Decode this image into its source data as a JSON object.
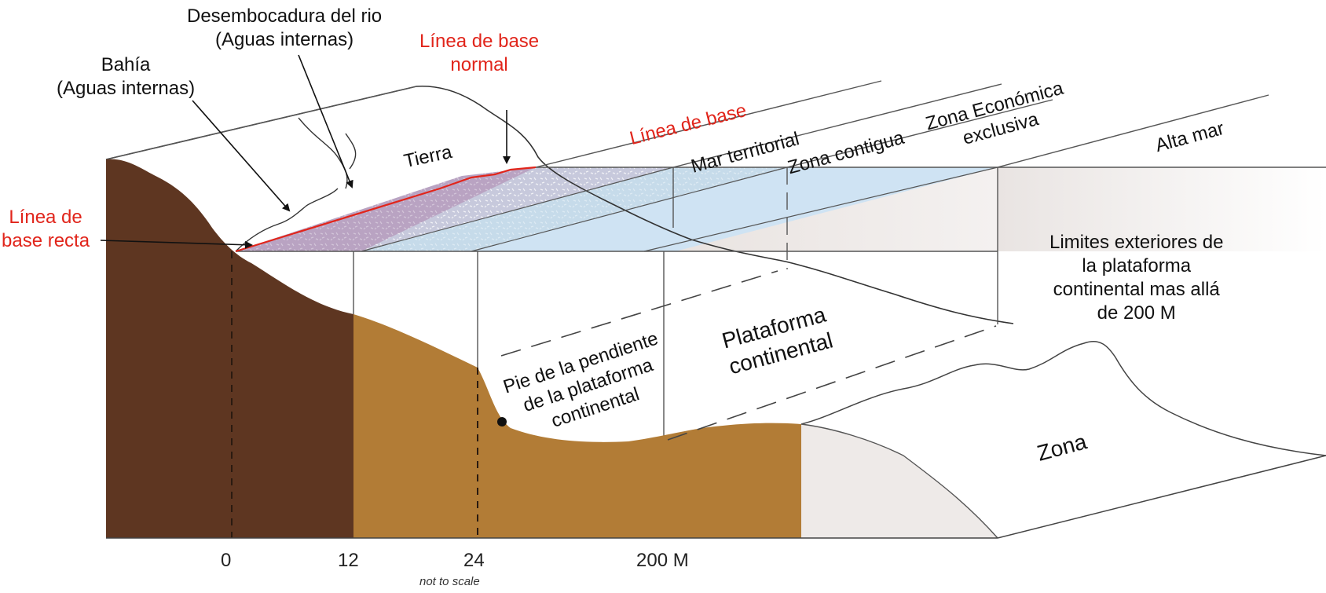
{
  "labels": {
    "desembocadura": "Desembocadura del rio\n(Aguas internas)",
    "bahia": "Bahía\n(Aguas internas)",
    "linea_base_normal": "Línea de base\nnormal",
    "linea_base": "Línea de base",
    "linea_base_recta": "Línea de\nbase recta",
    "tierra": "Tierra",
    "mar_territorial": "Mar territorial",
    "zona_contigua": "Zona contigua",
    "zee": "Zona Económica\nexclusiva",
    "alta_mar": "Alta mar",
    "limites": "Limites exteriores de\nla plataforma\ncontinental mas allá\nde 200 M",
    "plataforma": "Plataforma\ncontinental",
    "pie": "Pie de la pendiente\nde la plataforma\ncontinental",
    "zona": "Zona"
  },
  "axis": {
    "ticks": [
      "0",
      "12",
      "24",
      "200 M"
    ],
    "note": "not to scale"
  },
  "colors": {
    "land_dark": "#5e3621",
    "land_shelf": "#b27c36",
    "baseline_red": "#e1251b",
    "territorial_sea": "#b9a3c2",
    "contiguous_zone": "#c9dcea",
    "eez": "#cfe3f3",
    "high_seas": "#efeceb"
  }
}
